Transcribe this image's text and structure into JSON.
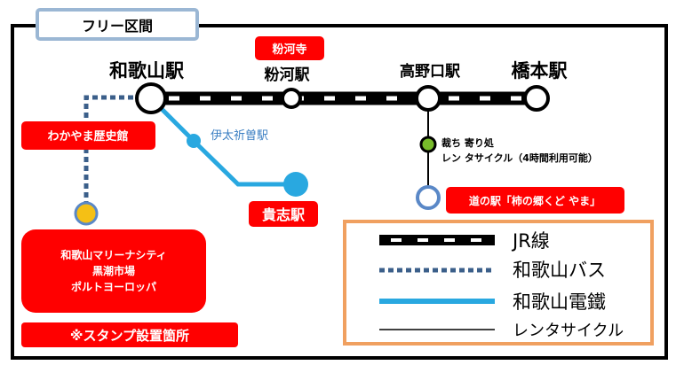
{
  "header": {
    "title": "フリー区間"
  },
  "stations": {
    "wakayama": "和歌山駅",
    "kokawa": "粉河駅",
    "koyaguchi": "高野口駅",
    "hashimoto": "橋本駅",
    "itakiso": "伊太祈曽駅",
    "kishi": "貴志駅"
  },
  "stamp_spots": {
    "kokawadera": "粉河寺",
    "museum": "わかやま歴史館",
    "marina": [
      "和歌山マリーナシティ",
      "黒潮市場",
      "ポルトヨーロッパ"
    ],
    "michinoeki": "道の駅「柿の郷くど やま」"
  },
  "rental": {
    "line1": "裁ち 寄り処",
    "line2": "レン タサイクル（4時間利用可能）"
  },
  "note": "※スタンプ設置箇所",
  "legend": [
    {
      "label": "JR線",
      "style": "jr"
    },
    {
      "label": "和歌山バス",
      "style": "bus"
    },
    {
      "label": "和歌山電鐵",
      "style": "wakayama-electric"
    },
    {
      "label": "レンタサイクル",
      "style": "rental-cycle"
    }
  ],
  "colors": {
    "stamp_box": "#ff0000",
    "legend_border": "#f0a060",
    "header_border": "#9bb7d4",
    "bus_line": "#3b5f8a",
    "electric_line": "#29a8e0",
    "stamp_circle": "#f5c015",
    "rental_circle": "#77bb2a",
    "michinoeki_circle": "#5a88c7"
  }
}
